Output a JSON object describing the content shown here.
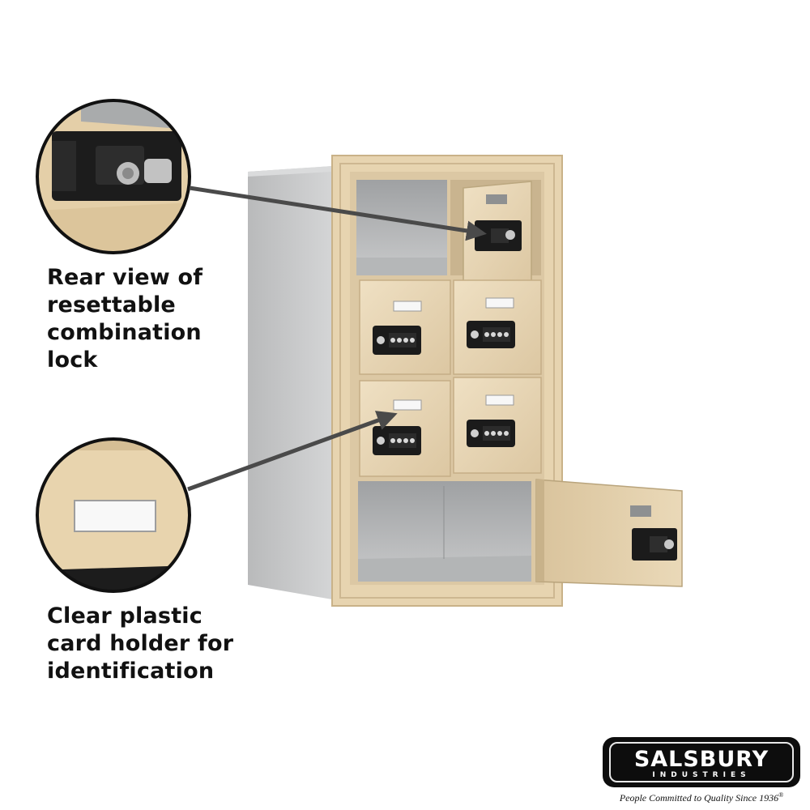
{
  "callouts": {
    "lock": {
      "lines": [
        "Rear view of",
        "resettable",
        "combination",
        "lock"
      ]
    },
    "card_holder": {
      "lines": [
        "Clear plastic",
        "card holder for",
        "identification"
      ]
    }
  },
  "logo": {
    "name": "SALSBURY",
    "sub": "INDUSTRIES",
    "tagline": "People Committed to Quality Since 1936",
    "registered": "®"
  },
  "colors": {
    "locker_finish": "#e8d6b4",
    "side_panel": "#c6c7c8",
    "lock_body": "#1b1b1b",
    "arrow": "#4a4a4a",
    "callout_ring": "#111111"
  }
}
